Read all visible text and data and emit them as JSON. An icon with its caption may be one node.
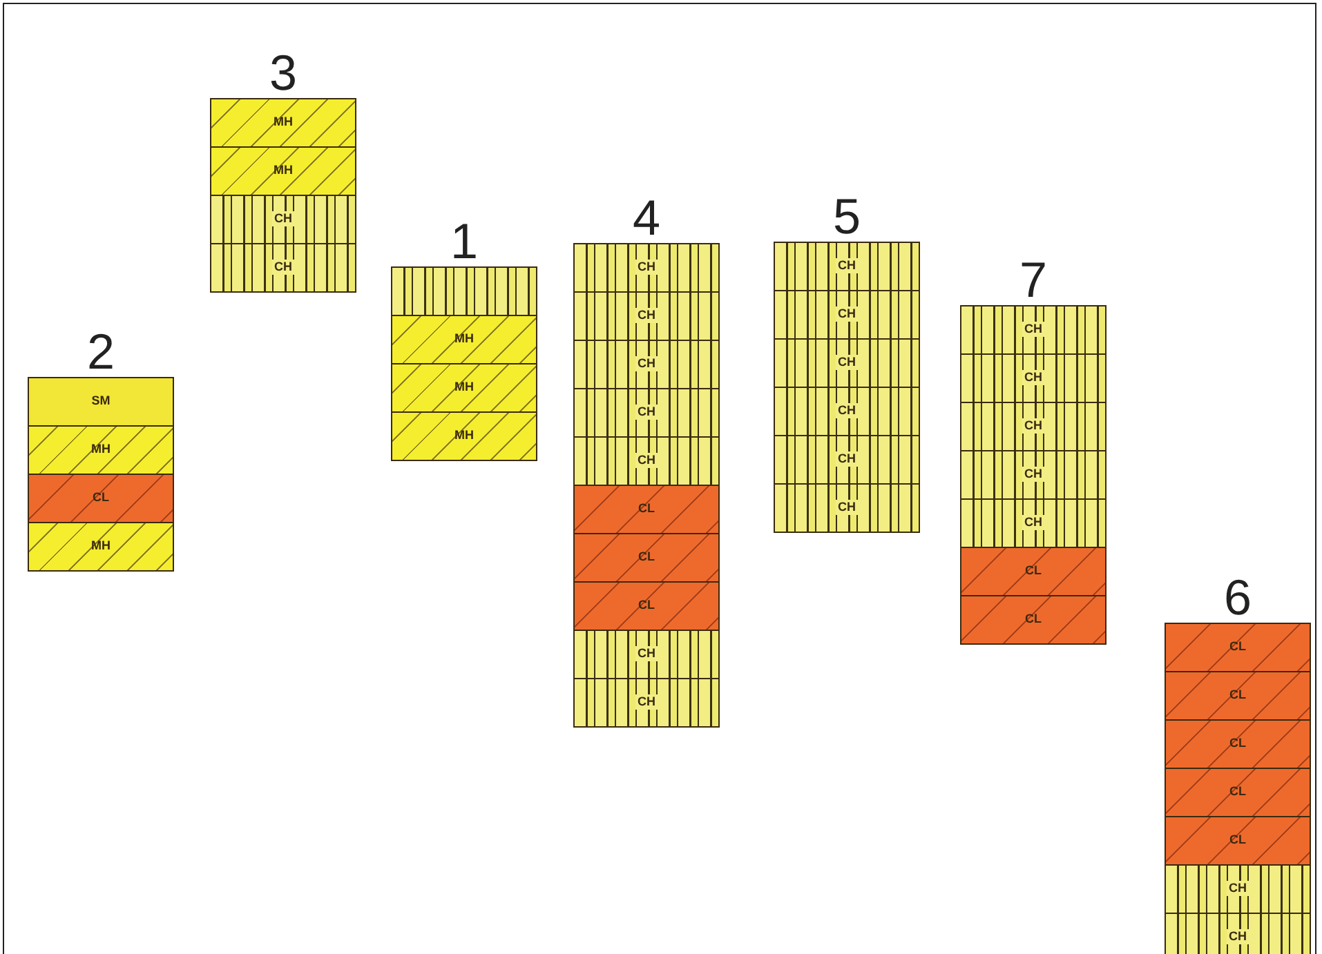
{
  "diagram": {
    "nodes": [
      {
        "text": [
          "2"
        ]
      },
      {
        "text": [
          "SM"
        ],
        "in": 0
      },
      {
        "text": [
          "MH"
        ],
        "in": 0
      },
      {
        "text": [
          "CL"
        ],
        "in": 0
      },
      {
        "text": [
          "MH"
        ],
        "in": 0
      },
      {
        "text": [
          "3"
        ]
      },
      {
        "text": [
          "MH"
        ],
        "in": 5
      },
      {
        "text": [
          "MH"
        ],
        "in": 5
      },
      {
        "text": [
          "CH"
        ],
        "in": 5
      },
      {
        "text": [
          "CH"
        ],
        "in": 5
      },
      {
        "text": [
          "1"
        ]
      },
      {
        "text": [],
        "shape": "box",
        "in": 10
      },
      {
        "text": [
          "MH"
        ],
        "in": 10
      },
      {
        "text": [
          "MH"
        ],
        "in": 10
      },
      {
        "text": [
          "MH"
        ],
        "in": 10
      },
      {
        "text": [
          "4"
        ]
      },
      {
        "text": [
          "CH"
        ],
        "in": 15
      },
      {
        "text": [
          "CH"
        ],
        "in": 15
      },
      {
        "text": [
          "CH"
        ],
        "in": 15
      },
      {
        "text": [
          "CH"
        ],
        "in": 15
      },
      {
        "text": [
          "CH"
        ],
        "in": 15
      },
      {
        "text": [
          "CL"
        ],
        "in": 15
      },
      {
        "text": [
          "CL"
        ],
        "in": 15
      },
      {
        "text": [
          "CL"
        ],
        "in": 15
      },
      {
        "text": [
          "CH"
        ],
        "in": 15
      },
      {
        "text": [
          "CH"
        ],
        "in": 15
      },
      {
        "text": [
          "5"
        ]
      },
      {
        "text": [
          "CH"
        ],
        "in": 26
      },
      {
        "text": [
          "CH"
        ],
        "in": 26
      },
      {
        "text": [
          "CH"
        ],
        "in": 26
      },
      {
        "text": [
          "CH"
        ],
        "in": 26
      },
      {
        "text": [
          "CH"
        ],
        "in": 26
      },
      {
        "text": [
          "CH"
        ],
        "in": 26
      },
      {
        "text": [
          "7"
        ]
      },
      {
        "text": [
          "CH"
        ],
        "in": 33
      },
      {
        "text": [
          "CH"
        ],
        "in": 33
      },
      {
        "text": [
          "CH"
        ],
        "in": 33
      },
      {
        "text": [
          "CH"
        ],
        "in": 33
      },
      {
        "text": [
          "CH"
        ],
        "in": 33
      },
      {
        "text": [
          "CL"
        ],
        "in": 33
      },
      {
        "text": [
          "CL"
        ],
        "in": 33
      },
      {
        "text": [
          "6"
        ]
      },
      {
        "text": [
          "CL"
        ],
        "in": 41
      },
      {
        "text": [
          "CL"
        ],
        "in": 41
      },
      {
        "text": [
          "CL"
        ],
        "in": 41
      },
      {
        "text": [
          "CL"
        ],
        "in": 41
      },
      {
        "text": [
          "CL"
        ],
        "in": 41
      },
      {
        "text": [
          "CH"
        ],
        "in": 41
      },
      {
        "text": [
          "CH"
        ],
        "in": 41
      }
    ]
  }
}
